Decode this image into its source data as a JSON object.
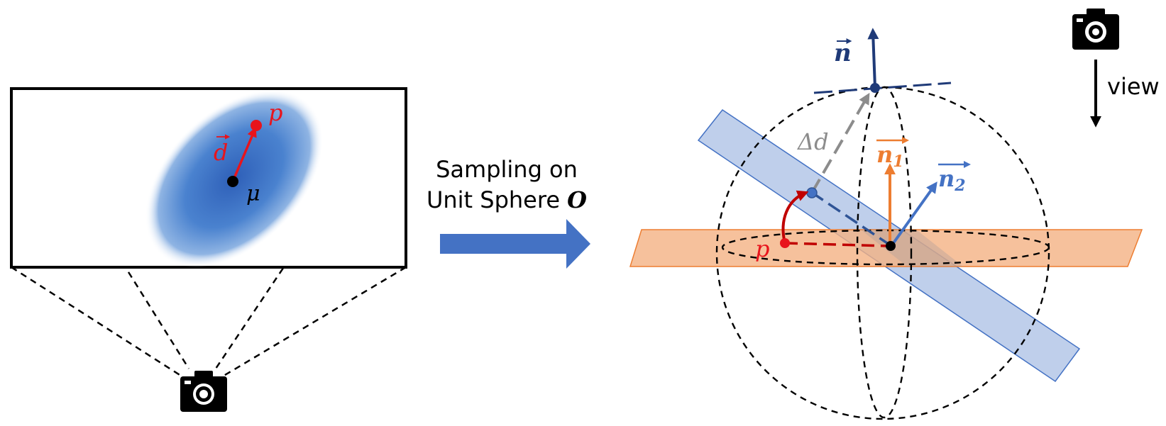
{
  "left_panel": {
    "point_label": "p",
    "mean_label": "μ",
    "vector_label": "d"
  },
  "arrow": {
    "line1": "Sampling on",
    "line2_prefix": "Unit Sphere ",
    "line2_symbol": "O"
  },
  "right_panel": {
    "normal_label": "n",
    "n1_label": "n",
    "n1_subscript": "1",
    "n2_label": "n",
    "n2_subscript": "2",
    "delta_label": "Δd",
    "point_label": "p",
    "view_label": "view"
  },
  "colors": {
    "red": "#e8141c",
    "dark_red": "#c00000",
    "navy": "#1f3a78",
    "orange": "#ed7d31",
    "orange_fill": "#f4b183",
    "blue": "#4472c4",
    "blue_fill": "#b4c7e7",
    "gray": "#8c8c8c"
  },
  "icons": [
    "camera-icon",
    "camera-icon"
  ]
}
